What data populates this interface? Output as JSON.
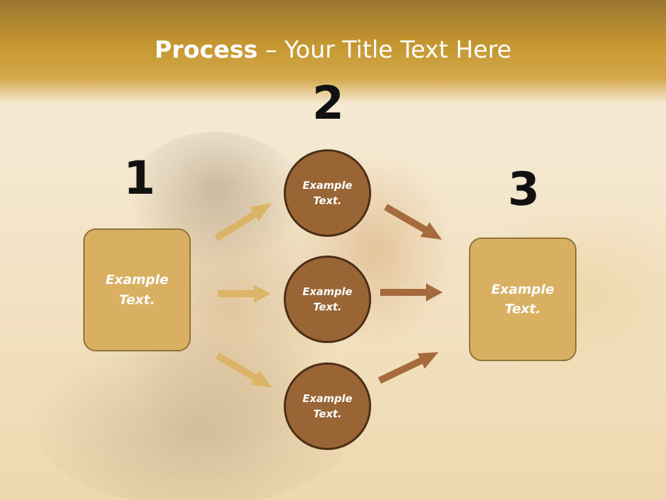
{
  "title": {
    "bold": "Process",
    "rest": " – Your Title Text Here"
  },
  "steps": [
    {
      "number": "1"
    },
    {
      "number": "2"
    },
    {
      "number": "3"
    }
  ],
  "left_box": {
    "text": "Example Text."
  },
  "right_box": {
    "text": "Example Text."
  },
  "circles": [
    {
      "text": "Example Text."
    },
    {
      "text": "Example Text."
    },
    {
      "text": "Example Text."
    }
  ],
  "colors": {
    "title_band": "#c3952f",
    "box_fill": "#d9b062",
    "circle_fill": "#9a6535",
    "circle_border": "#4b2e14",
    "arrow_light": "#dcb468",
    "arrow_dark": "#a66b3c"
  }
}
